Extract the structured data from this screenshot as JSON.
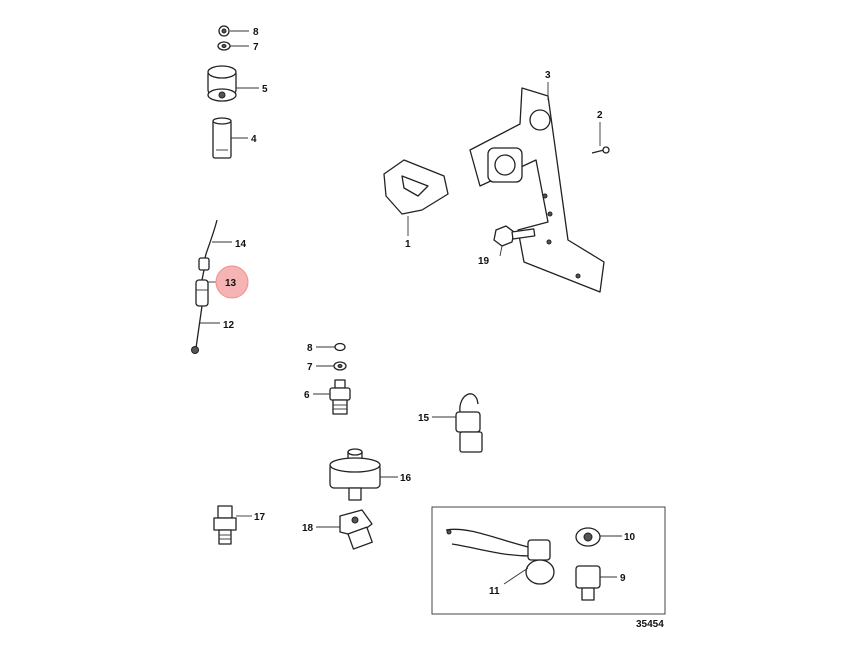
{
  "figure_number": "35454",
  "highlighted_callout": "13",
  "highlight_color": "#f6b3b3",
  "callouts": [
    {
      "id": "c8a",
      "label": "8"
    },
    {
      "id": "c7a",
      "label": "7"
    },
    {
      "id": "c5",
      "label": "5"
    },
    {
      "id": "c4",
      "label": "4"
    },
    {
      "id": "c14",
      "label": "14"
    },
    {
      "id": "c13",
      "label": "13"
    },
    {
      "id": "c12",
      "label": "12"
    },
    {
      "id": "c3",
      "label": "3"
    },
    {
      "id": "c2",
      "label": "2"
    },
    {
      "id": "c1",
      "label": "1"
    },
    {
      "id": "c19",
      "label": "19"
    },
    {
      "id": "c8b",
      "label": "8"
    },
    {
      "id": "c7b",
      "label": "7"
    },
    {
      "id": "c6",
      "label": "6"
    },
    {
      "id": "c15",
      "label": "15"
    },
    {
      "id": "c16",
      "label": "16"
    },
    {
      "id": "c17",
      "label": "17"
    },
    {
      "id": "c18",
      "label": "18"
    },
    {
      "id": "c10",
      "label": "10"
    },
    {
      "id": "c9",
      "label": "9"
    },
    {
      "id": "c11",
      "label": "11"
    }
  ]
}
